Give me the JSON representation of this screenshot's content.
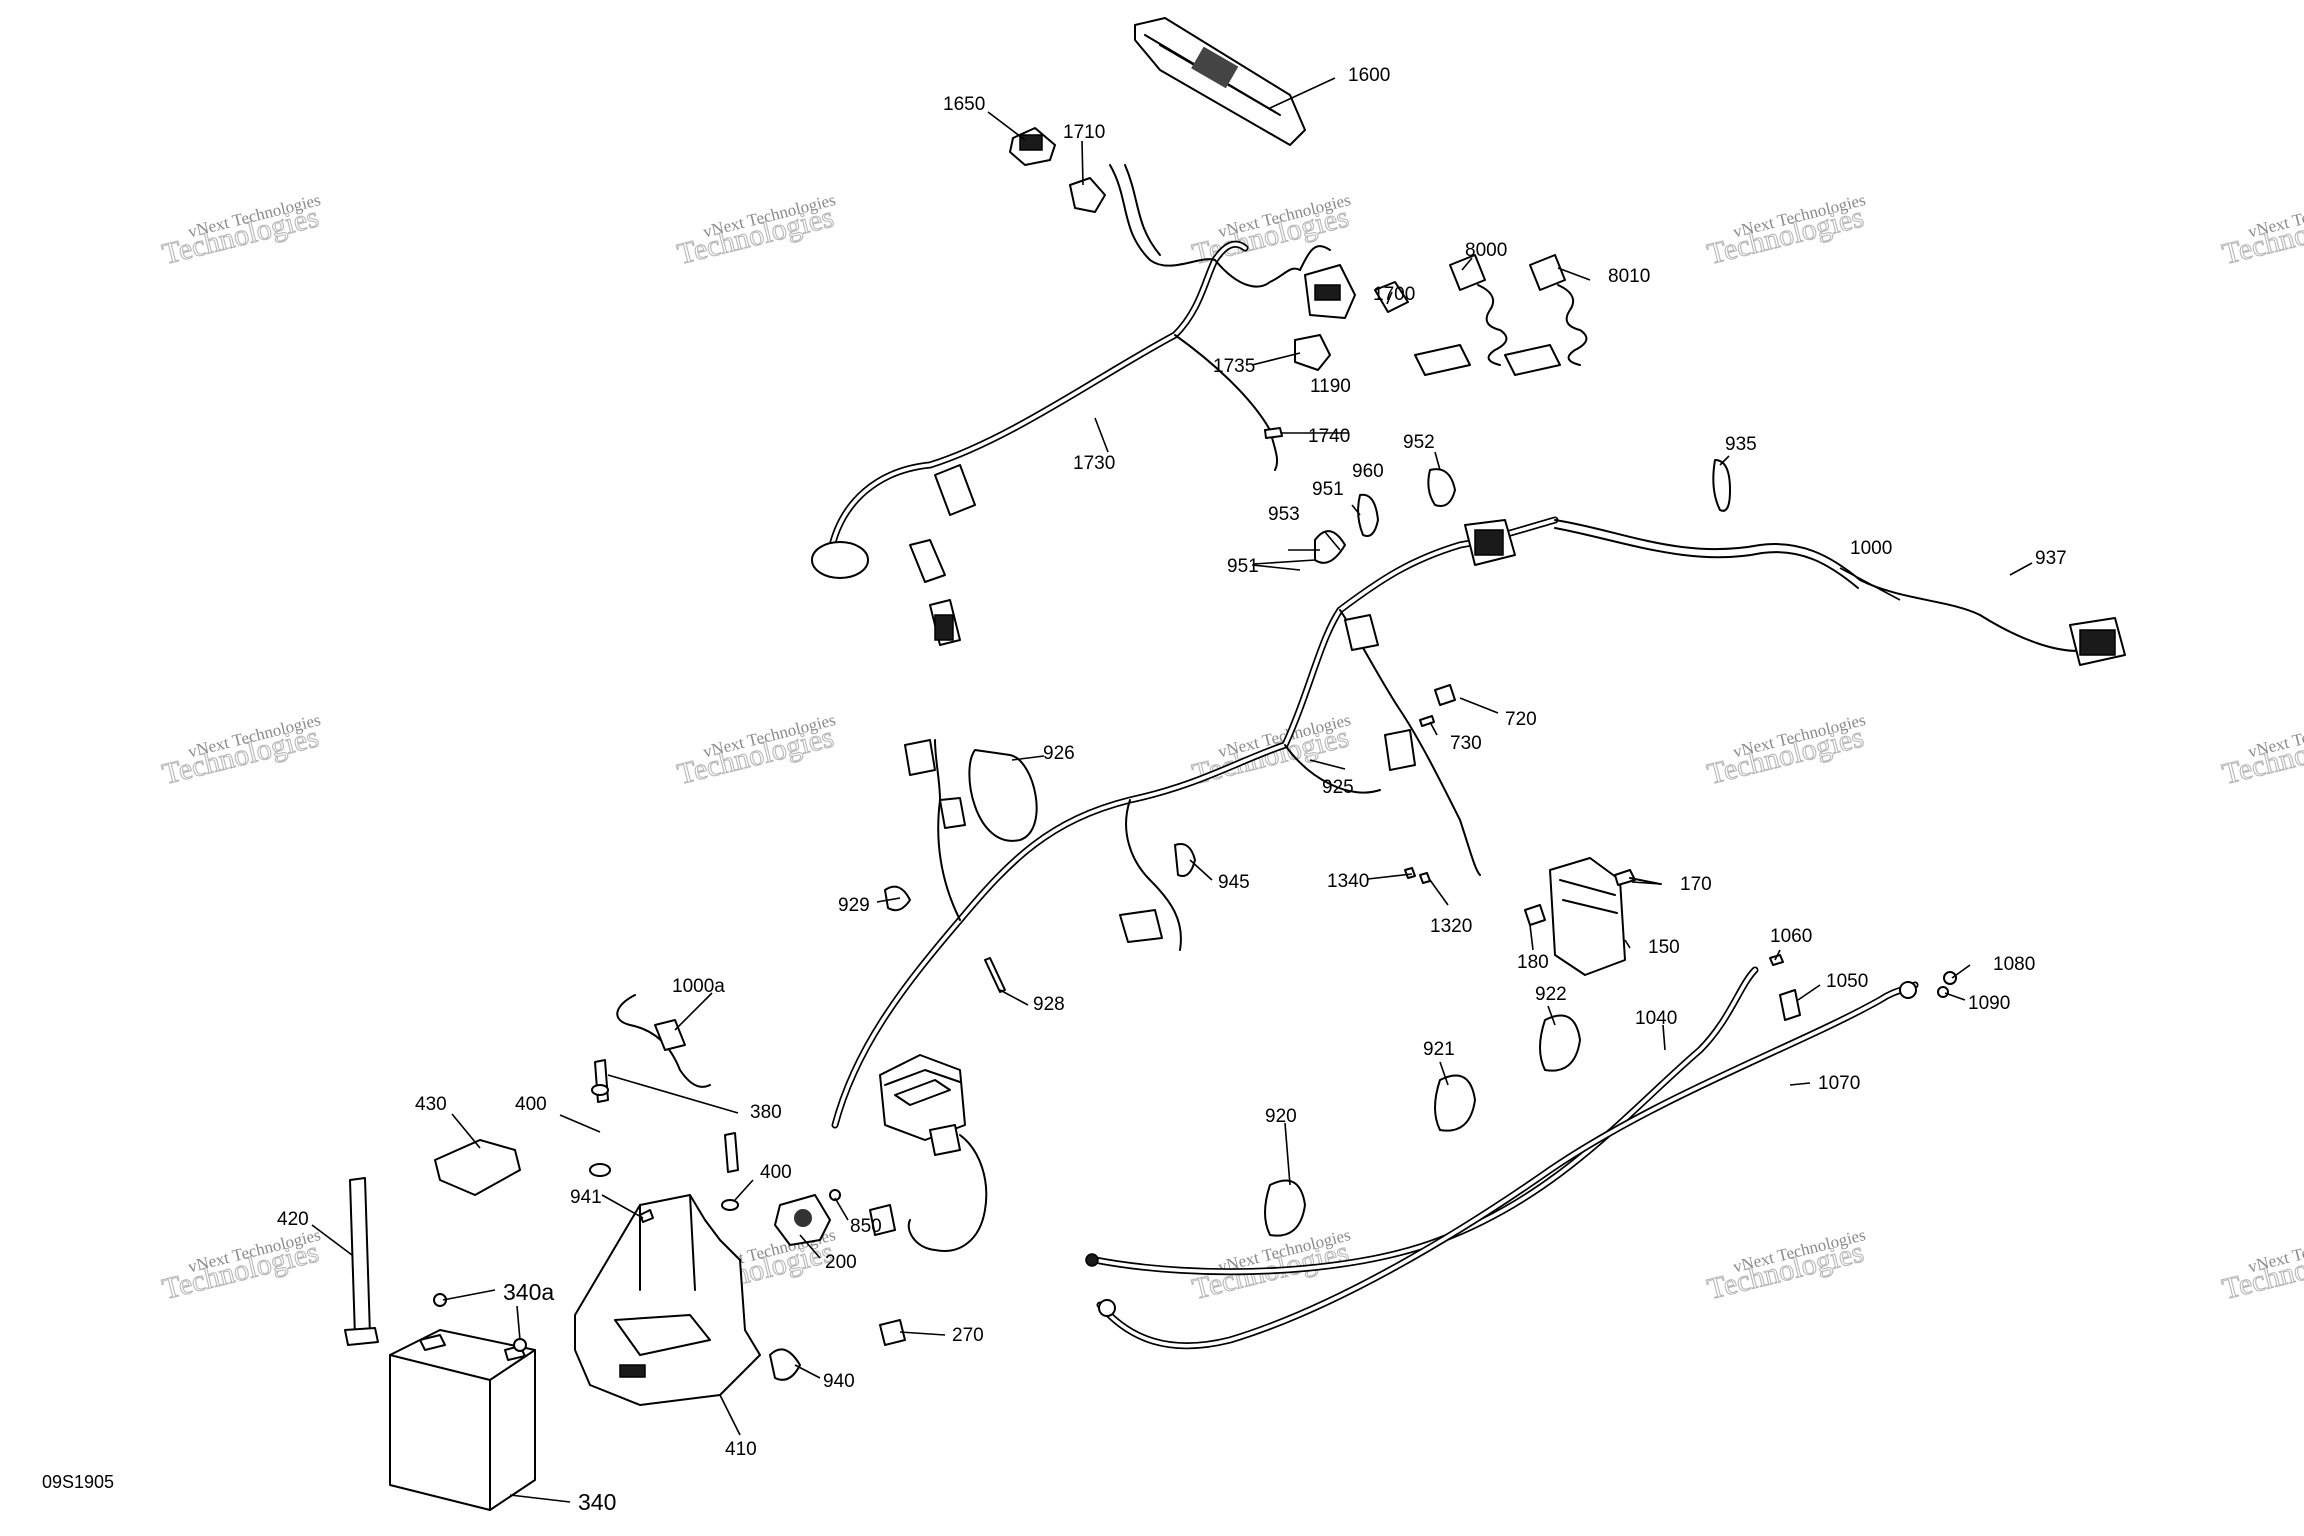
{
  "diagram": {
    "reference_code": "09S1905",
    "watermark": {
      "line1": "vNext Technologies",
      "line2": "Technologies"
    },
    "callouts": [
      {
        "id": "1600",
        "label": "1600"
      },
      {
        "id": "1650",
        "label": "1650"
      },
      {
        "id": "1710",
        "label": "1710"
      },
      {
        "id": "8000",
        "label": "8000"
      },
      {
        "id": "8010",
        "label": "8010"
      },
      {
        "id": "1700",
        "label": "1700"
      },
      {
        "id": "1735",
        "label": "1735"
      },
      {
        "id": "1190",
        "label": "1190"
      },
      {
        "id": "1740",
        "label": "1740"
      },
      {
        "id": "1730",
        "label": "1730"
      },
      {
        "id": "952",
        "label": "952"
      },
      {
        "id": "935",
        "label": "935"
      },
      {
        "id": "951a",
        "label": "951"
      },
      {
        "id": "960",
        "label": "960"
      },
      {
        "id": "953",
        "label": "953"
      },
      {
        "id": "951b",
        "label": "951"
      },
      {
        "id": "1000",
        "label": "1000"
      },
      {
        "id": "937",
        "label": "937"
      },
      {
        "id": "720",
        "label": "720"
      },
      {
        "id": "730",
        "label": "730"
      },
      {
        "id": "926",
        "label": "926"
      },
      {
        "id": "925",
        "label": "925"
      },
      {
        "id": "945",
        "label": "945"
      },
      {
        "id": "929",
        "label": "929"
      },
      {
        "id": "1340",
        "label": "1340"
      },
      {
        "id": "1320",
        "label": "1320"
      },
      {
        "id": "170",
        "label": "170"
      },
      {
        "id": "150",
        "label": "150"
      },
      {
        "id": "180",
        "label": "180"
      },
      {
        "id": "1060",
        "label": "1060"
      },
      {
        "id": "1050",
        "label": "1050"
      },
      {
        "id": "1080",
        "label": "1080"
      },
      {
        "id": "1090",
        "label": "1090"
      },
      {
        "id": "928",
        "label": "928"
      },
      {
        "id": "922",
        "label": "922"
      },
      {
        "id": "1040",
        "label": "1040"
      },
      {
        "id": "1000a",
        "label": "1000a"
      },
      {
        "id": "921",
        "label": "921"
      },
      {
        "id": "1070",
        "label": "1070"
      },
      {
        "id": "430",
        "label": "430"
      },
      {
        "id": "400a",
        "label": "400"
      },
      {
        "id": "380",
        "label": "380"
      },
      {
        "id": "920",
        "label": "920"
      },
      {
        "id": "941",
        "label": "941"
      },
      {
        "id": "400b",
        "label": "400"
      },
      {
        "id": "850",
        "label": "850"
      },
      {
        "id": "420",
        "label": "420"
      },
      {
        "id": "200",
        "label": "200"
      },
      {
        "id": "340a",
        "label": "340a"
      },
      {
        "id": "270",
        "label": "270"
      },
      {
        "id": "940",
        "label": "940"
      },
      {
        "id": "410",
        "label": "410"
      },
      {
        "id": "340",
        "label": "340"
      }
    ]
  }
}
